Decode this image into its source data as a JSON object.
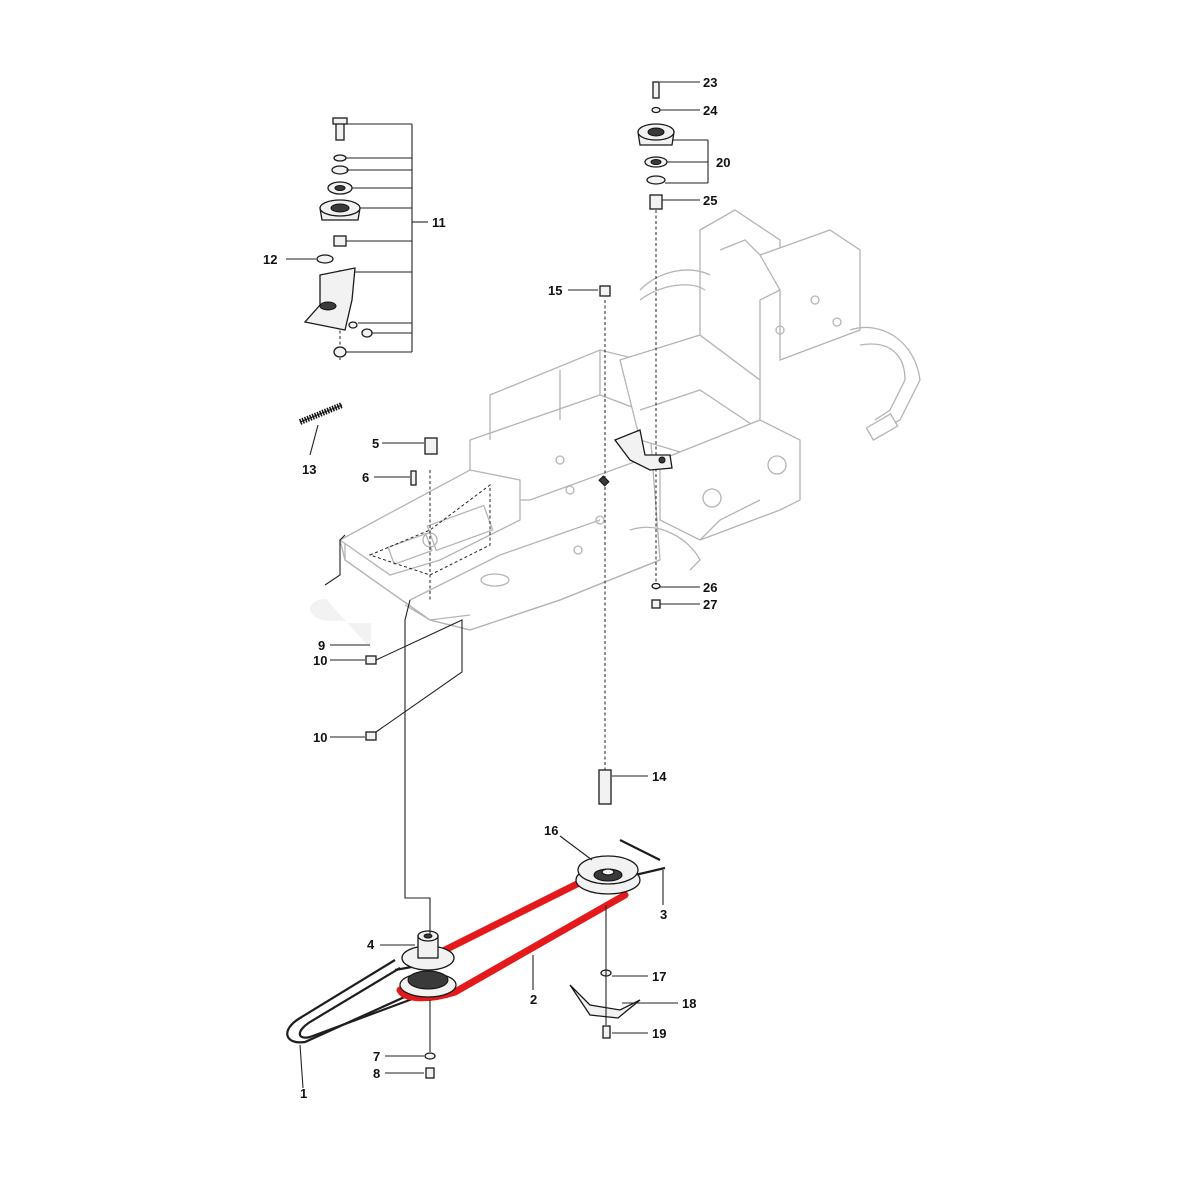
{
  "diagram": {
    "callouts": [
      {
        "id": "c1",
        "label": "1"
      },
      {
        "id": "c2",
        "label": "2"
      },
      {
        "id": "c3",
        "label": "3"
      },
      {
        "id": "c4",
        "label": "4"
      },
      {
        "id": "c5",
        "label": "5"
      },
      {
        "id": "c6",
        "label": "6"
      },
      {
        "id": "c7",
        "label": "7"
      },
      {
        "id": "c8",
        "label": "8"
      },
      {
        "id": "c9",
        "label": "9"
      },
      {
        "id": "c10a",
        "label": "10"
      },
      {
        "id": "c10b",
        "label": "10"
      },
      {
        "id": "c11",
        "label": "11"
      },
      {
        "id": "c12",
        "label": "12"
      },
      {
        "id": "c13",
        "label": "13"
      },
      {
        "id": "c14",
        "label": "14"
      },
      {
        "id": "c15",
        "label": "15"
      },
      {
        "id": "c16",
        "label": "16"
      },
      {
        "id": "c17",
        "label": "17"
      },
      {
        "id": "c18",
        "label": "18"
      },
      {
        "id": "c19",
        "label": "19"
      },
      {
        "id": "c20",
        "label": "20"
      },
      {
        "id": "c23",
        "label": "23"
      },
      {
        "id": "c24",
        "label": "24"
      },
      {
        "id": "c25",
        "label": "25"
      },
      {
        "id": "c26",
        "label": "26"
      },
      {
        "id": "c27",
        "label": "27"
      }
    ],
    "colors": {
      "highlight_belt": "#e4191b",
      "frame_outline": "#b4b4b4",
      "parts": "#1a1a1a"
    }
  }
}
